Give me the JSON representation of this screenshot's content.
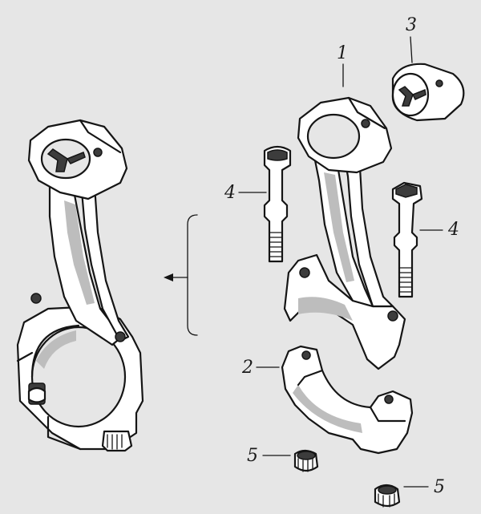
{
  "callouts": {
    "conn_rod": "1",
    "rod_cap": "2",
    "bushing": "3",
    "bolt_left": "4",
    "bolt_right": "4",
    "nut_left": "5",
    "nut_right": "5"
  },
  "colors": {
    "background": "#e6e6e6",
    "line": "#151515",
    "shade": "#bdbdbd"
  }
}
